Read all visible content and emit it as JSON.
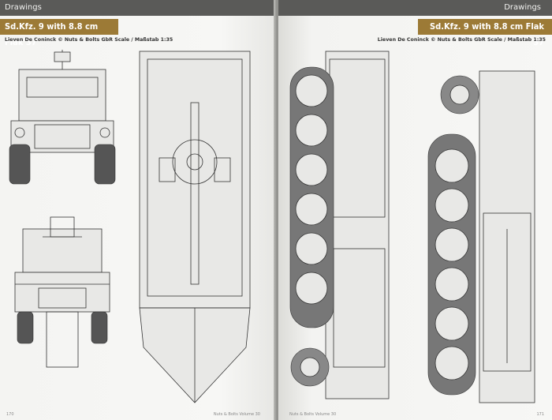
{
  "left_page": {
    "section": "Drawings",
    "title": "Sd.Kfz. 9 with 8.8 cm Flak 37",
    "credit": "Lieven De Coninck © Nuts & Bolts GbR Scale / Maßstab 1:35",
    "page_number": "170",
    "footer": "Nuts & Bolts Volume 30"
  },
  "right_page": {
    "section": "Drawings",
    "title": "Sd.Kfz. 9 with 8.8 cm Flak 37",
    "credit": "Lieven De Coninck © Nuts & Bolts GbR Scale / Maßstab 1:35",
    "page_number": "171",
    "footer": "Nuts & Bolts Volume 30"
  }
}
